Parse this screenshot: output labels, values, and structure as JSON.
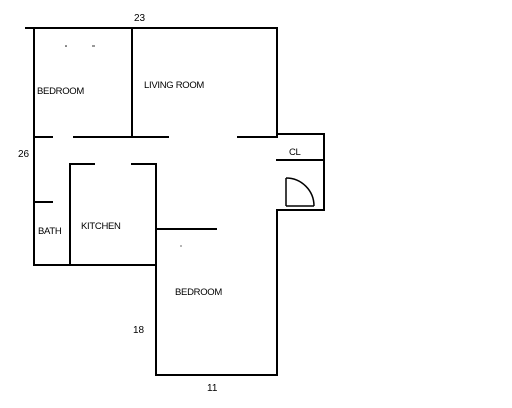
{
  "plan": {
    "rooms": {
      "bedroom_top": "BEDROOM",
      "living_room": "LIVING ROOM",
      "closet": "CL",
      "bath": "BATH",
      "kitchen": "KITCHEN",
      "bedroom_bottom": "BEDROOM"
    },
    "dimensions": {
      "top_width": "23",
      "left_height": "26",
      "bottom_height": "18",
      "bottom_width": "11"
    }
  }
}
